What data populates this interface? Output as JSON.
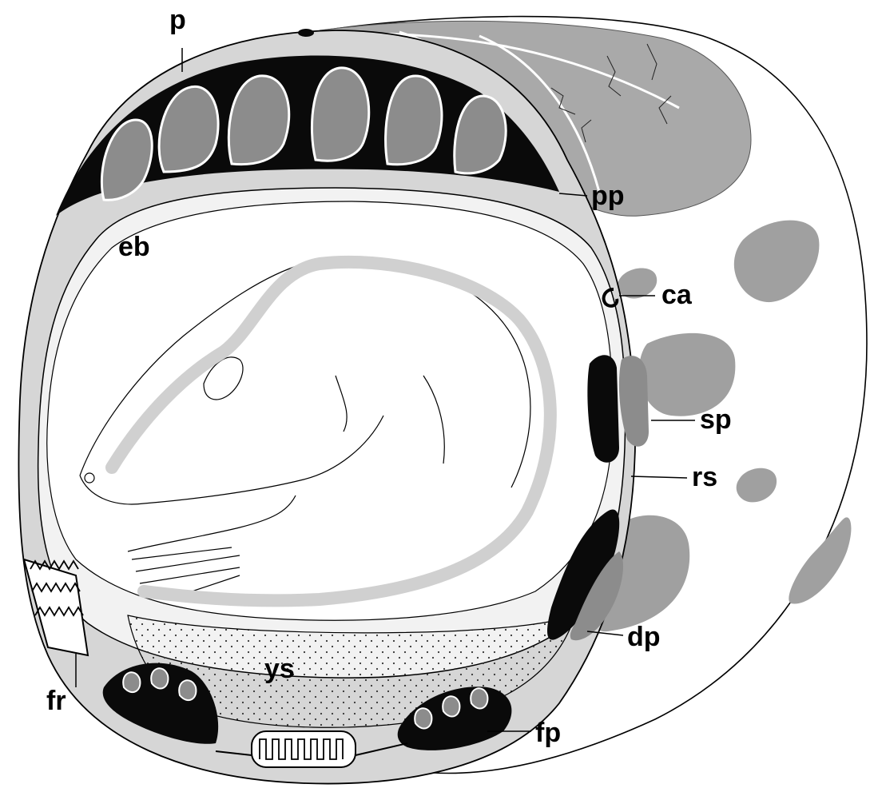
{
  "figure": {
    "labels": {
      "p": "p",
      "pp": "pp",
      "eb": "eb",
      "ca": "ca",
      "sp": "sp",
      "rs": "rs",
      "dp": "dp",
      "ys": "ys",
      "fr": "fr",
      "fp": "fp"
    },
    "colors": {
      "outline": "#000000",
      "black_tissue": "#0a0a0a",
      "dark_grey_tissue": "#8c8c8c",
      "mid_grey_patch": "#a0a0a0",
      "light_grey_wall": "#d6d6d6",
      "membrane_light": "#ededed",
      "background": "#ffffff"
    }
  }
}
